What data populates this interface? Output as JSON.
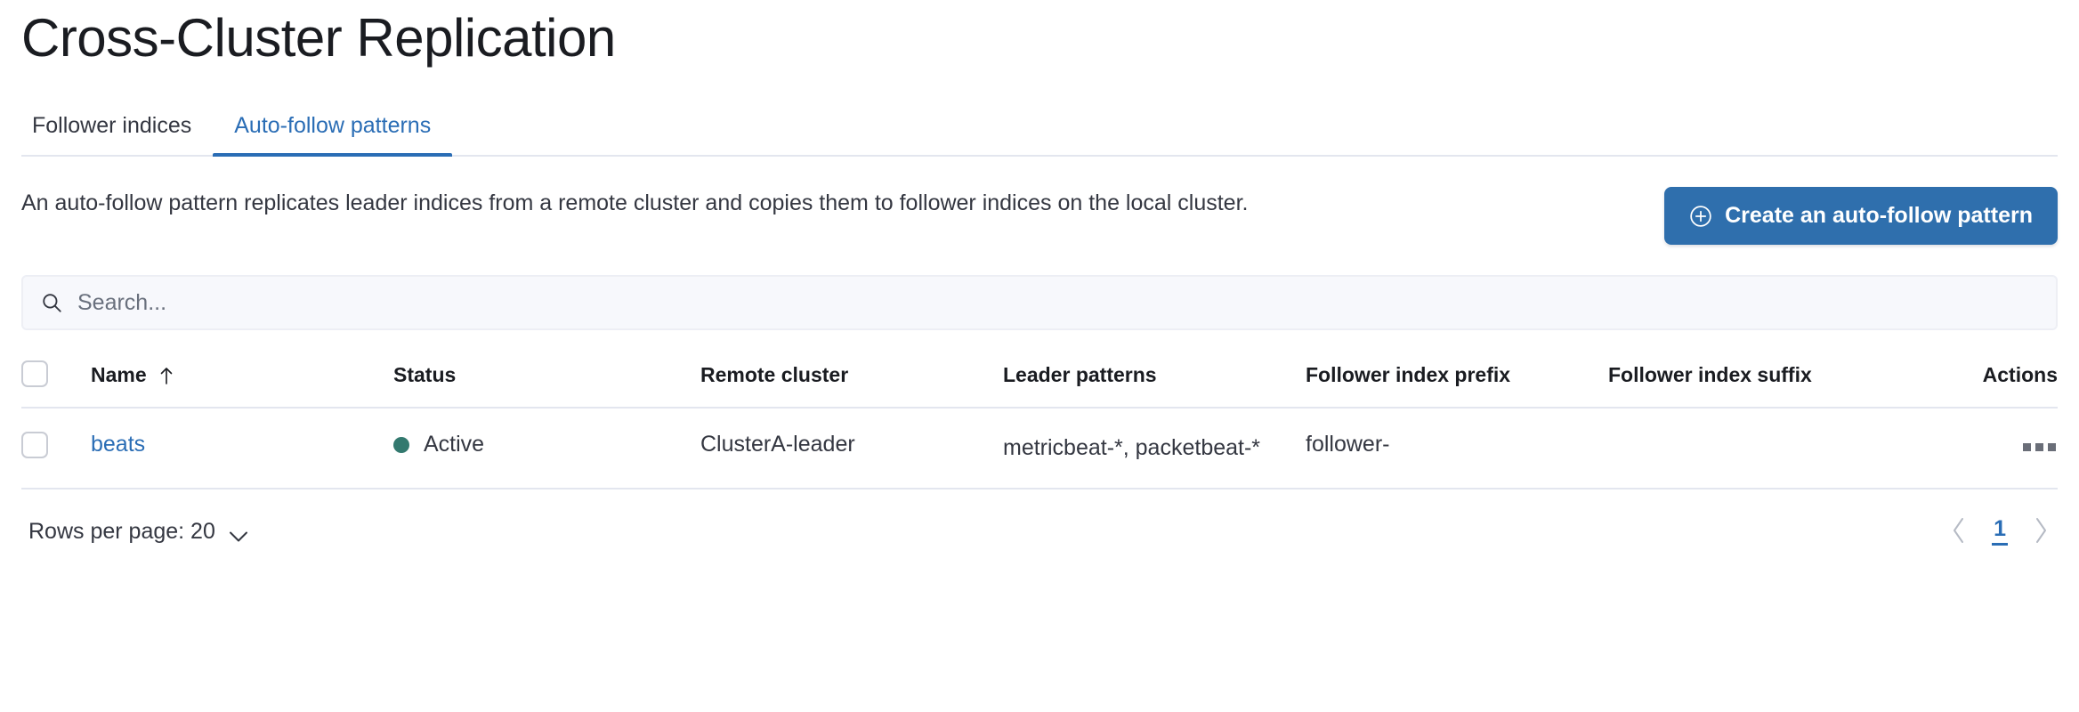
{
  "header": {
    "title": "Cross-Cluster Replication"
  },
  "tabs": [
    {
      "label": "Follower indices",
      "selected": false
    },
    {
      "label": "Auto-follow patterns",
      "selected": true
    }
  ],
  "intro": {
    "description": "An auto-follow pattern replicates leader indices from a remote cluster and copies them to follower indices on the local cluster.",
    "create_button_label": "Create an auto-follow pattern",
    "create_button_icon": "plus-in-circle-icon"
  },
  "search": {
    "placeholder": "Search...",
    "value": "",
    "icon": "search-icon"
  },
  "table": {
    "columns": [
      {
        "key": "select",
        "label": ""
      },
      {
        "key": "name",
        "label": "Name",
        "sort": "asc",
        "sort_icon": "sort-up-arrow-icon"
      },
      {
        "key": "status",
        "label": "Status"
      },
      {
        "key": "remote_cluster",
        "label": "Remote cluster"
      },
      {
        "key": "leader_patterns",
        "label": "Leader patterns"
      },
      {
        "key": "follower_index_prefix",
        "label": "Follower index prefix"
      },
      {
        "key": "follower_index_suffix",
        "label": "Follower index suffix"
      },
      {
        "key": "actions",
        "label": "Actions"
      }
    ],
    "rows": [
      {
        "name": "beats",
        "status": "Active",
        "status_color": "#33796f",
        "remote_cluster": "ClusterA-leader",
        "leader_patterns": "metricbeat-*, packetbeat-*",
        "follower_index_prefix": "follower-",
        "follower_index_suffix": "",
        "actions_icon": "ellipsis-horizontal-icon"
      }
    ]
  },
  "footer": {
    "rows_per_page_label": "Rows per page: 20",
    "rows_per_page_icon": "chevron-down-icon",
    "prev_icon": "chevron-left-icon",
    "next_icon": "chevron-right-icon",
    "current_page": "1"
  },
  "colors": {
    "accent_blue": "#2a6db5",
    "button_blue": "#2f6fad",
    "status_green": "#33796f",
    "border": "#e3e6ef",
    "text": "#343741"
  }
}
